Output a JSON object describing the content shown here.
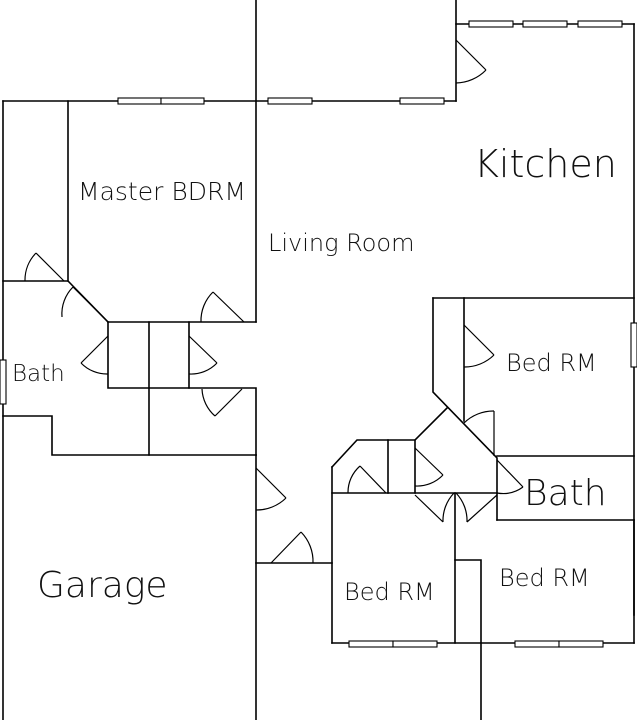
{
  "diagram": {
    "type": "floor-plan",
    "rooms": {
      "kitchen": "Kitchen",
      "master_bedroom": "Master BDRM",
      "living_room": "Living Room",
      "bath_left": "Bath",
      "bedroom_right_upper": "Bed RM",
      "bath_right": "Bath",
      "bedroom_lower_left": "Bed RM",
      "bedroom_lower_right": "Bed RM",
      "garage": "Garage"
    },
    "colors": {
      "line": "#000000",
      "background": "#ffffff"
    }
  }
}
